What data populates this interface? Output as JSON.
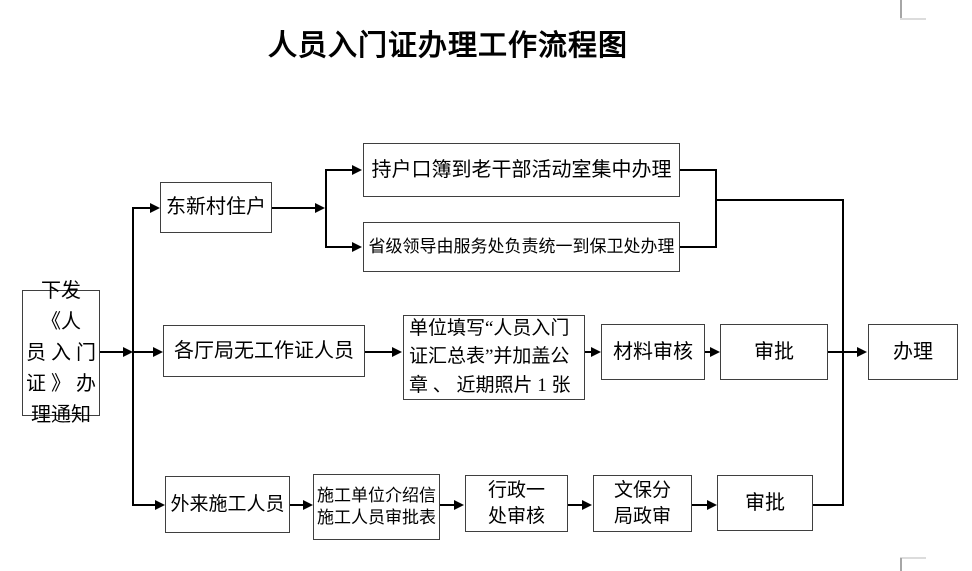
{
  "title": "人员入门证办理工作流程图",
  "nodes": {
    "start": {
      "label": "下发《人\n员 入 门\n证 》 办\n理通知"
    },
    "resident": {
      "label": "东新村住户"
    },
    "hukou": {
      "label": "持户口簿到老干部活动室集中办理"
    },
    "leader": {
      "label": "省级领导由服务处负责统一到保卫处办理"
    },
    "bureau": {
      "label": "各厅局无工作证人员"
    },
    "form": {
      "label": "单位填写“人员入门\n证汇总表”并加盖公\n章 、 近期照片 1 张"
    },
    "material": {
      "label": "材料审核"
    },
    "approve_mid": {
      "label": "审批"
    },
    "handle": {
      "label": "办理"
    },
    "workers": {
      "label": "外来施工人员"
    },
    "letters": {
      "label": "施工单位介绍信\n施工人员审批表"
    },
    "admin": {
      "label": "行政一\n处审核"
    },
    "security": {
      "label": "文保分\n局政审"
    },
    "approve_bot": {
      "label": "审批"
    }
  },
  "colors": {
    "box_border": "#3f3f3f",
    "connector": "#000000",
    "page_mark_v": "#a6a6a6",
    "page_mark_h": "#dcdcdc",
    "background": "#ffffff"
  }
}
